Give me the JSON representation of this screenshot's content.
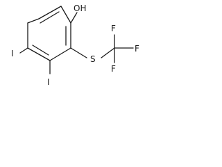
{
  "molecule": {
    "atoms": {
      "hydroxyl": "OH",
      "iodine_upper": "I",
      "iodine_lower": "I",
      "sulfur": "S",
      "fluorine_top": "F",
      "fluorine_right": "F",
      "fluorine_bottom": "F"
    }
  }
}
